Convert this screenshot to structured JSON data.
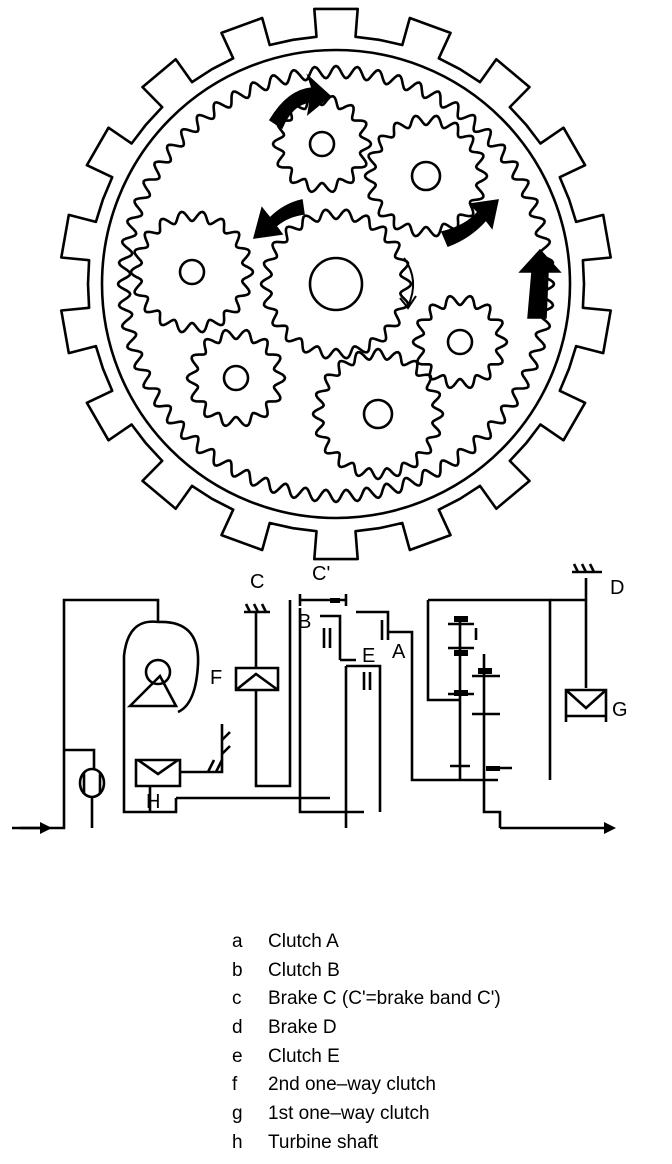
{
  "diagram": {
    "labels": {
      "C": "C",
      "C_prime": "C'",
      "B": "B",
      "E": "E",
      "A": "A",
      "F": "F",
      "D": "D",
      "G": "G",
      "H": "H"
    }
  },
  "legend": [
    {
      "key": "a",
      "text": "Clutch A"
    },
    {
      "key": "b",
      "text": "Clutch B"
    },
    {
      "key": "c",
      "text": "Brake C (C'=brake band C')"
    },
    {
      "key": "d",
      "text": "Brake D"
    },
    {
      "key": "e",
      "text": "Clutch E"
    },
    {
      "key": "f",
      "text": "2nd one–way clutch"
    },
    {
      "key": "g",
      "text": "1st one–way clutch"
    },
    {
      "key": "h",
      "text": "Turbine shaft"
    }
  ]
}
